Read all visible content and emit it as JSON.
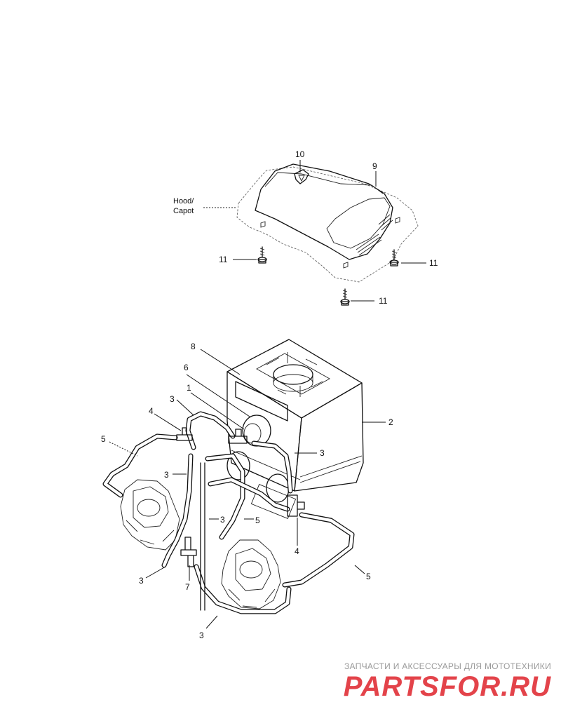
{
  "labels": {
    "hood": {
      "line1": "Hood/",
      "line2": "Capot"
    },
    "n1": "1",
    "n2": "2",
    "n3": "3",
    "n4": "4",
    "n5": "5",
    "n6": "6",
    "n7": "7",
    "n8": "8",
    "n9": "9",
    "n10": "10",
    "n11": "11"
  },
  "watermark": {
    "caption": "ЗАПЧАСТИ И АКСЕССУАРЫ ДЛЯ МОТОТЕХНИКИ",
    "logo": "PARTSFOR.RU"
  }
}
